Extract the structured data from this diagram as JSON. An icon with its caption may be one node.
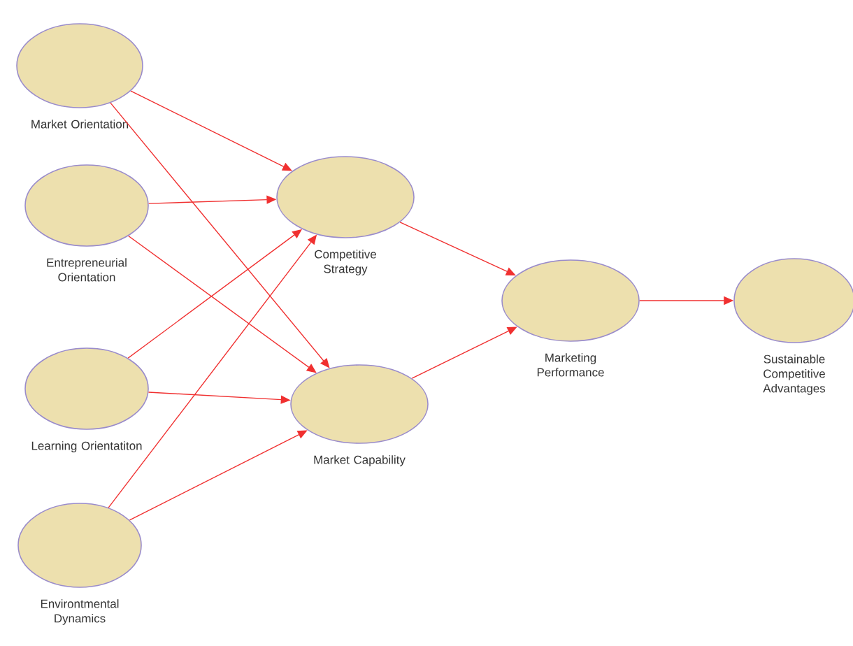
{
  "diagram": {
    "nodes": [
      {
        "text": [
          "Market Orientation"
        ]
      },
      {
        "text": [
          "Entrepreneurial Orientation"
        ]
      },
      {
        "text": [
          "Learning Orientatiton"
        ]
      },
      {
        "text": [
          "Environtmental Dynamics"
        ]
      },
      {
        "text": [
          "Competitive Strategy"
        ]
      },
      {
        "text": [
          "Market Capability"
        ]
      },
      {
        "text": [
          "Marketing Performance"
        ]
      },
      {
        "text": [
          "Sustainable Competitive Advantages"
        ]
      }
    ],
    "edges": [
      {
        "from": 0,
        "to": 4,
        "arrow": "to"
      },
      {
        "from": 0,
        "to": 5,
        "arrow": "to"
      },
      {
        "from": 1,
        "to": 4,
        "arrow": "to"
      },
      {
        "from": 1,
        "to": 5,
        "arrow": "to"
      },
      {
        "from": 2,
        "to": 4,
        "arrow": "to"
      },
      {
        "from": 2,
        "to": 5,
        "arrow": "to"
      },
      {
        "from": 3,
        "to": 4,
        "arrow": "to"
      },
      {
        "from": 3,
        "to": 5,
        "arrow": "to"
      },
      {
        "from": 4,
        "to": 6,
        "arrow": "to"
      },
      {
        "from": 5,
        "to": 6,
        "arrow": "to"
      },
      {
        "from": 6,
        "to": 7,
        "arrow": "to"
      }
    ]
  }
}
